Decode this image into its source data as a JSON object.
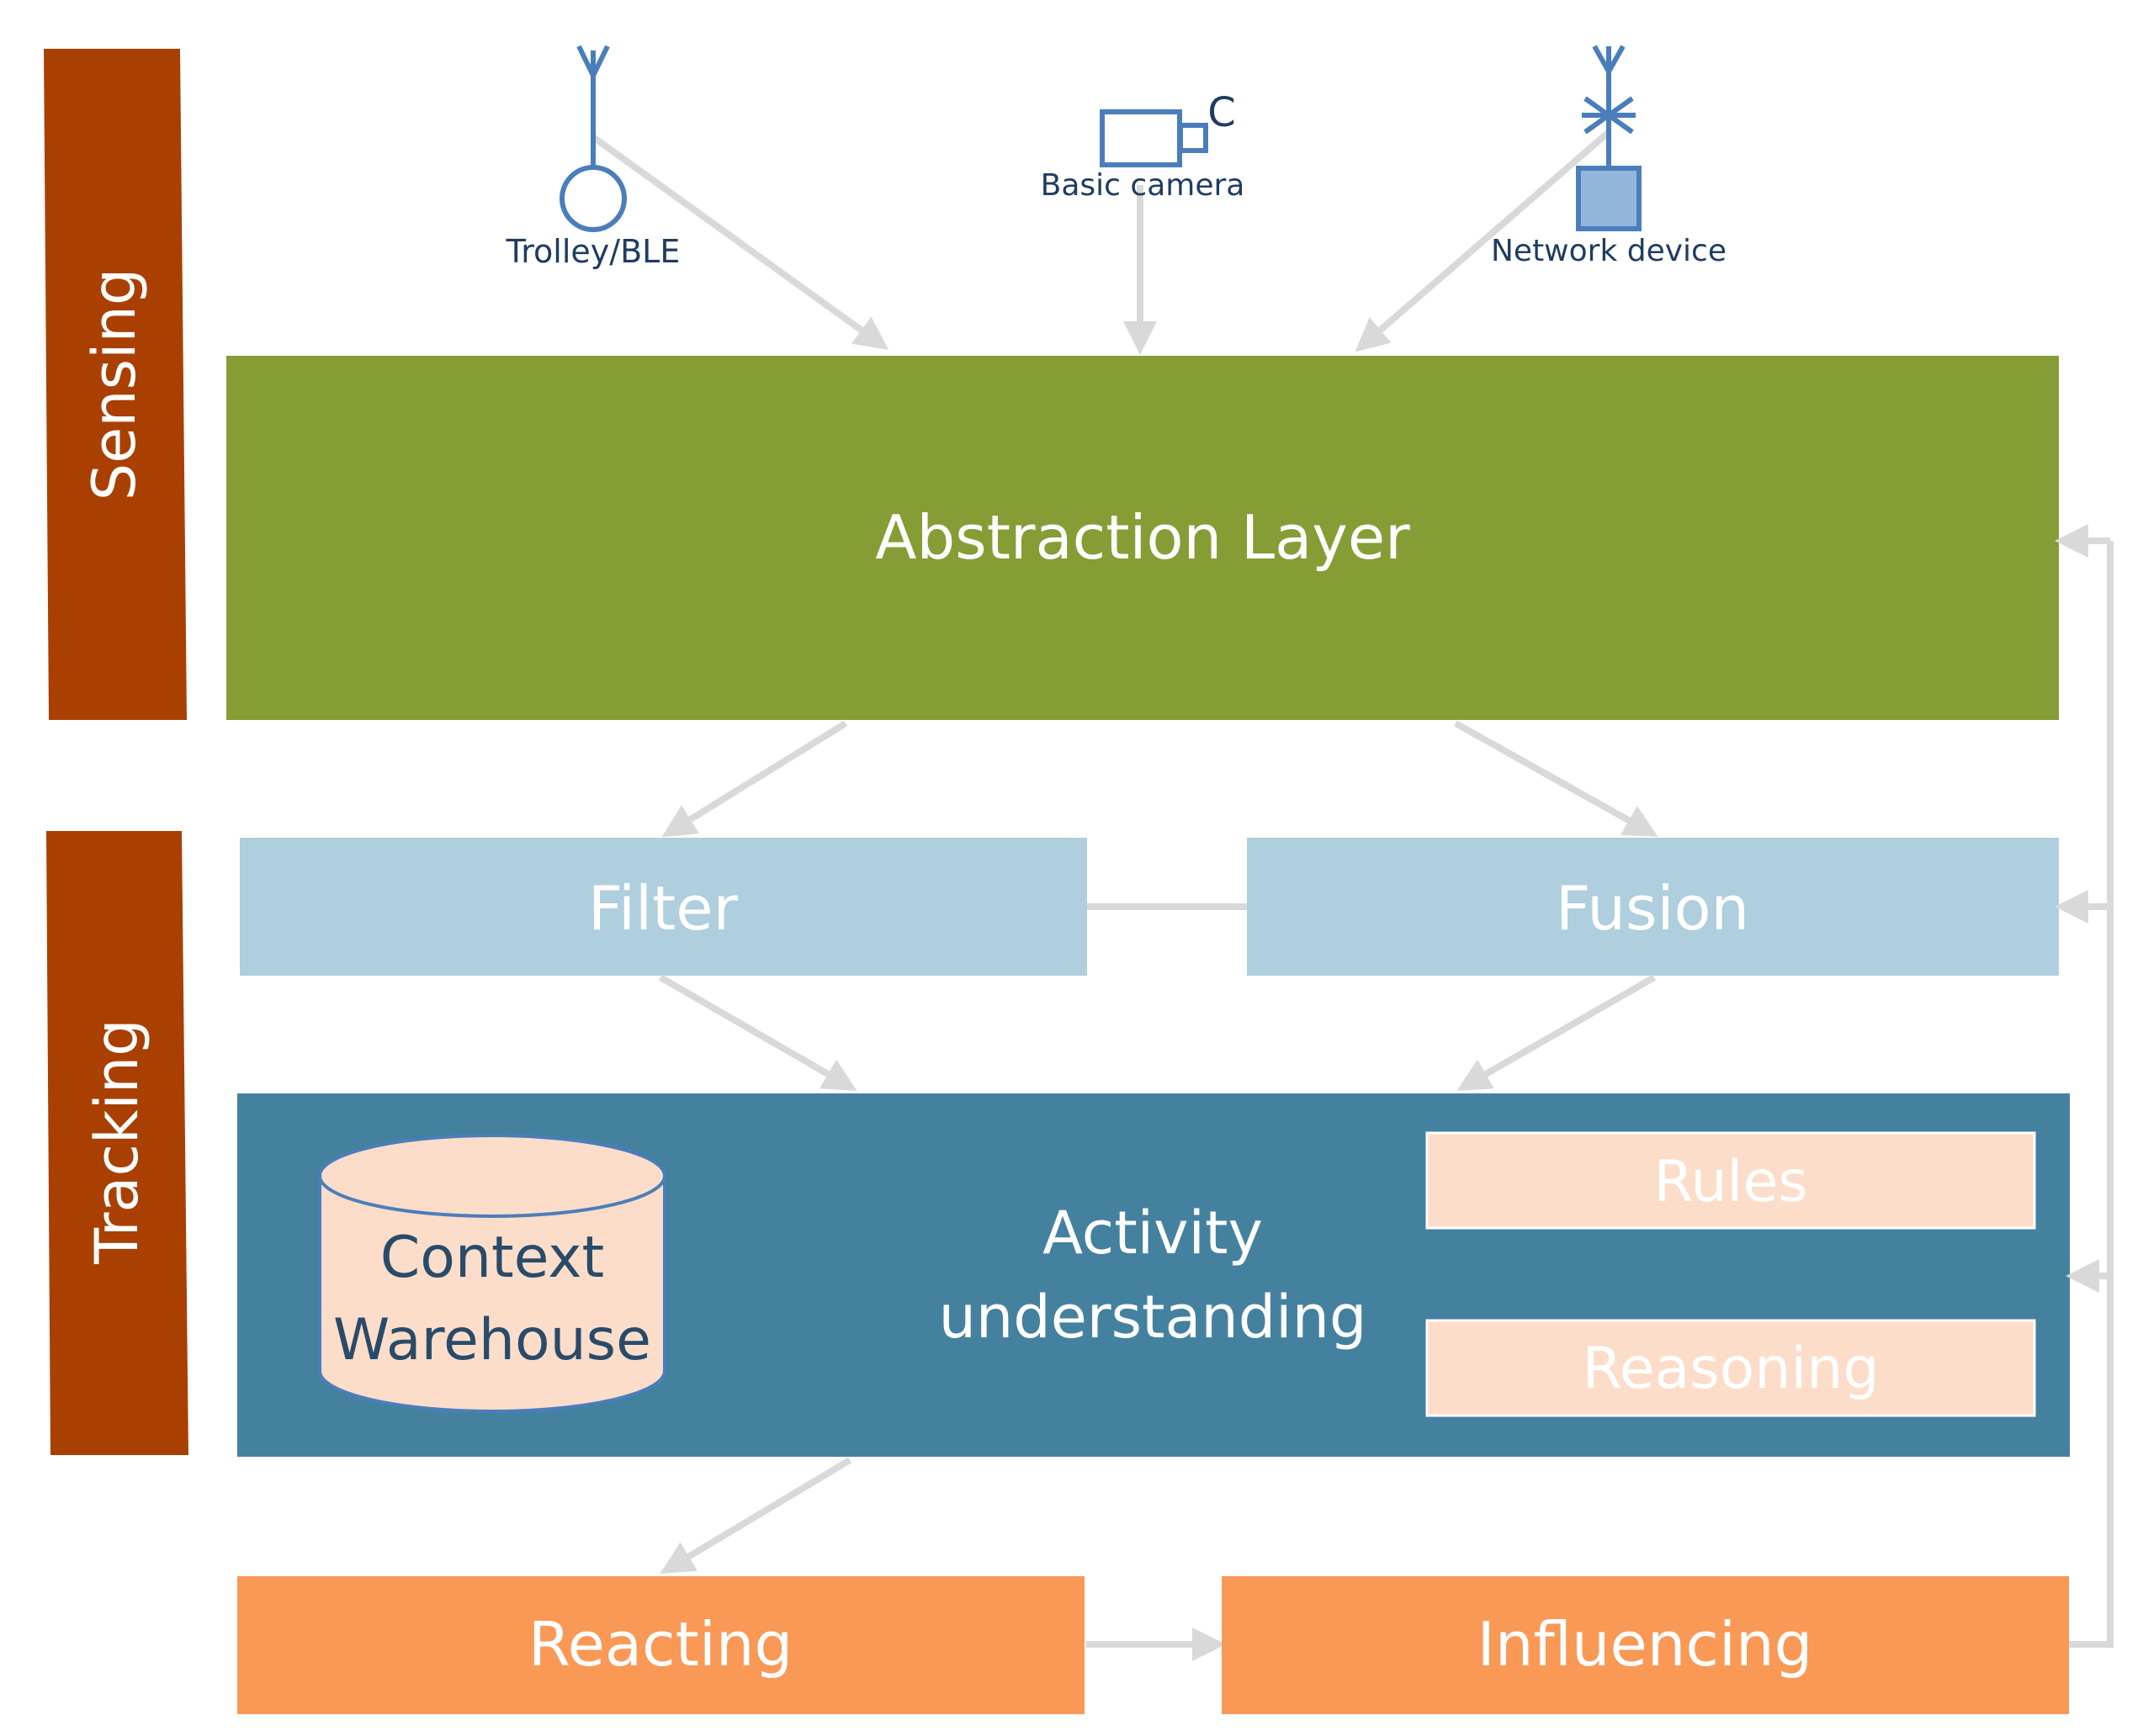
{
  "side_labels": {
    "sensing": "Sensing",
    "tracking": "Tracking"
  },
  "devices": {
    "trolley": {
      "label": "Trolley/BLE",
      "icon": "antenna-circle-icon"
    },
    "camera": {
      "label": "Basic camera",
      "icon_label": "C",
      "icon": "camera-icon"
    },
    "network": {
      "label": "Network device",
      "icon": "network-device-icon"
    }
  },
  "boxes": {
    "abstraction": "Abstraction Layer",
    "filter": "Filter",
    "fusion": "Fusion",
    "activity_line1": "Activity",
    "activity_line2": "understanding",
    "warehouse_line1": "Context",
    "warehouse_line2": "Warehouse",
    "rules": "Rules",
    "reasoning": "Reasoning",
    "reacting": "Reacting",
    "influencing": "Influencing"
  },
  "colors": {
    "side_bar": "#A94002",
    "abstraction": "#869D35",
    "filter_fusion": "#AFCEDE",
    "activity": "#44819F",
    "peach": "#FCDDCA",
    "orange": "#FA9856",
    "arrow": "#D9D9D9",
    "device_blue": "#4A7EBB",
    "device_fill": "#94B6DD",
    "device_text": "#1F3C62",
    "warehouse_text": "#294B69"
  }
}
